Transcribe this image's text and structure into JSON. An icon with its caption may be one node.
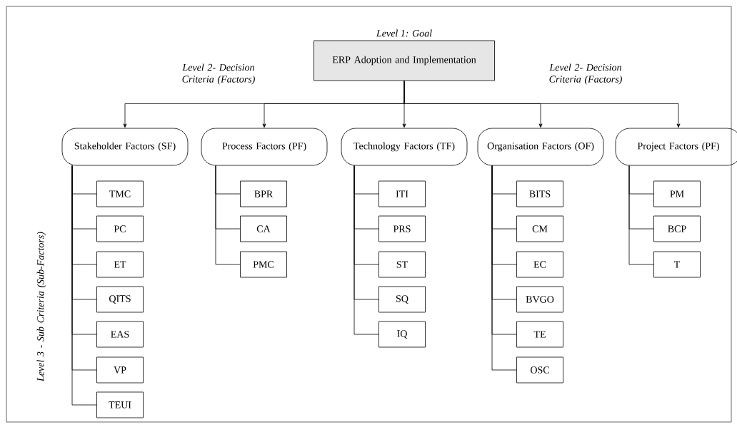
{
  "diagram": {
    "nodes": [
      {
        "text": [
          "ERP Adoption and Implementation"
        ],
        "beside": [
          "Level 1: Goal"
        ]
      },
      {
        "text": [
          "Stakeholder Factors (SF)"
        ]
      },
      {
        "text": [
          "Process Factors (PF)"
        ]
      },
      {
        "text": [
          "Technology Factors (TF)"
        ]
      },
      {
        "text": [
          "Organisation Factors (OF)"
        ]
      },
      {
        "text": [
          "Project Factors (PF)"
        ]
      },
      {
        "text": [
          "TMC"
        ]
      },
      {
        "text": [
          "PC"
        ]
      },
      {
        "text": [
          "ET"
        ]
      },
      {
        "text": [
          "QITS"
        ]
      },
      {
        "text": [
          "EAS"
        ]
      },
      {
        "text": [
          "VP"
        ]
      },
      {
        "text": [
          "TEUI"
        ]
      },
      {
        "text": [
          "BPR"
        ]
      },
      {
        "text": [
          "CA"
        ]
      },
      {
        "text": [
          "PMC"
        ]
      },
      {
        "text": [
          "ITI"
        ]
      },
      {
        "text": [
          "PRS"
        ]
      },
      {
        "text": [
          "ST"
        ]
      },
      {
        "text": [
          "SQ"
        ]
      },
      {
        "text": [
          "IQ"
        ]
      },
      {
        "text": [
          "BITS"
        ]
      },
      {
        "text": [
          "CM"
        ]
      },
      {
        "text": [
          "EC"
        ]
      },
      {
        "text": [
          "BVGO"
        ]
      },
      {
        "text": [
          "TE"
        ]
      },
      {
        "text": [
          "OSC"
        ]
      },
      {
        "text": [
          "PM"
        ]
      },
      {
        "text": [
          "BCP"
        ]
      },
      {
        "text": [
          "T"
        ]
      }
    ],
    "edges": [
      {
        "from": 0,
        "to": 1,
        "arrow": "to"
      },
      {
        "from": 0,
        "to": 2,
        "arrow": "to"
      },
      {
        "from": 0,
        "to": 3,
        "arrow": "to"
      },
      {
        "from": 0,
        "to": 4,
        "arrow": "to"
      },
      {
        "from": 0,
        "to": 5,
        "arrow": "to"
      },
      {
        "from": 1,
        "to": 6,
        "arrow": "none"
      },
      {
        "from": 1,
        "to": 7,
        "arrow": "none"
      },
      {
        "from": 1,
        "to": 8,
        "arrow": "none"
      },
      {
        "from": 1,
        "to": 9,
        "arrow": "none"
      },
      {
        "from": 1,
        "to": 10,
        "arrow": "none"
      },
      {
        "from": 1,
        "to": 11,
        "arrow": "none"
      },
      {
        "from": 1,
        "to": 12,
        "arrow": "none"
      },
      {
        "from": 2,
        "to": 13,
        "arrow": "none"
      },
      {
        "from": 2,
        "to": 14,
        "arrow": "none"
      },
      {
        "from": 2,
        "to": 15,
        "arrow": "none"
      },
      {
        "from": 3,
        "to": 16,
        "arrow": "none"
      },
      {
        "from": 3,
        "to": 17,
        "arrow": "none"
      },
      {
        "from": 3,
        "to": 18,
        "arrow": "none"
      },
      {
        "from": 3,
        "to": 19,
        "arrow": "none"
      },
      {
        "from": 3,
        "to": 20,
        "arrow": "none"
      },
      {
        "from": 4,
        "to": 21,
        "arrow": "none"
      },
      {
        "from": 4,
        "to": 22,
        "arrow": "none"
      },
      {
        "from": 4,
        "to": 23,
        "arrow": "none"
      },
      {
        "from": 4,
        "to": 24,
        "arrow": "none"
      },
      {
        "from": 4,
        "to": 25,
        "arrow": "none"
      },
      {
        "from": 4,
        "to": 26,
        "arrow": "none"
      },
      {
        "from": 5,
        "to": 27,
        "arrow": "none"
      },
      {
        "from": 5,
        "to": 28,
        "arrow": "none"
      },
      {
        "from": 5,
        "to": 29,
        "arrow": "none"
      }
    ],
    "labels": [
      "Level 2- Decision Criteria (Factors)",
      "Level 2- Decision Criteria (Factors)",
      "Level 3 - Sub Criteria (Sub-Factors)"
    ]
  }
}
